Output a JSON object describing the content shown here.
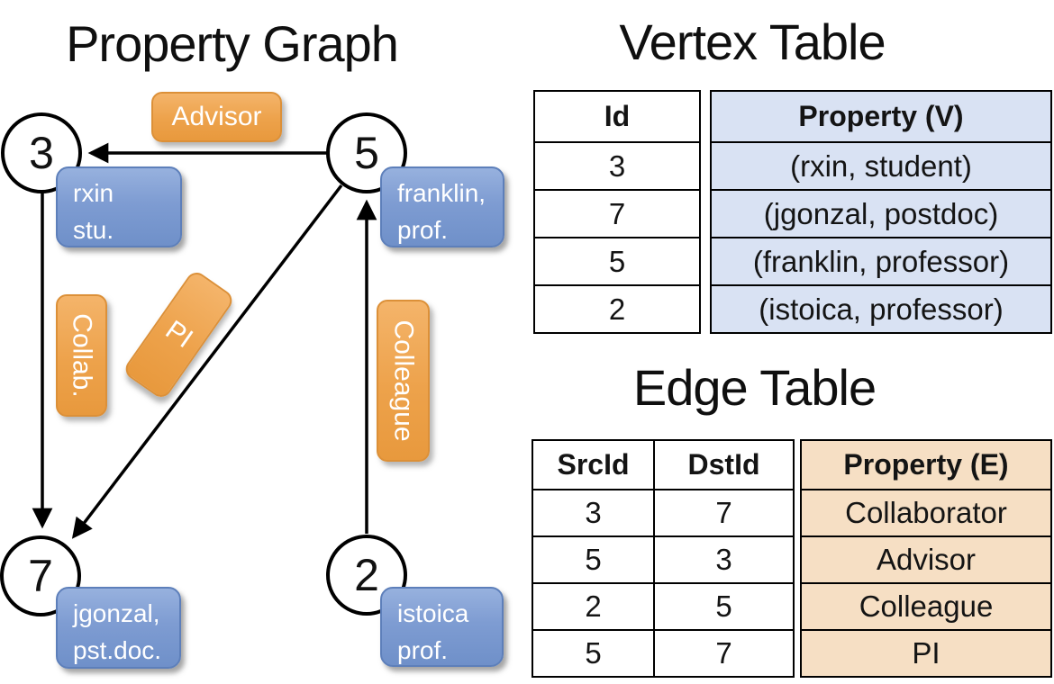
{
  "graph": {
    "title": "Property Graph",
    "nodes": [
      {
        "id": "3"
      },
      {
        "id": "5"
      },
      {
        "id": "7"
      },
      {
        "id": "2"
      }
    ],
    "vertex_cards": [
      {
        "line1": "rxin",
        "line2": "stu."
      },
      {
        "line1": "franklin,",
        "line2": "prof."
      },
      {
        "line1": "jgonzal,",
        "line2": "pst.doc."
      },
      {
        "line1": "istoica",
        "line2": "prof."
      }
    ],
    "edge_labels": [
      {
        "label": "Advisor"
      },
      {
        "label": "Collab."
      },
      {
        "label": "PI"
      },
      {
        "label": "Colleague"
      }
    ]
  },
  "vertex_table": {
    "title": "Vertex Table",
    "headers": [
      "Id",
      "Property (V)"
    ],
    "rows": [
      [
        "3",
        "(rxin, student)"
      ],
      [
        "7",
        "(jgonzal, postdoc)"
      ],
      [
        "5",
        "(franklin, professor)"
      ],
      [
        "2",
        "(istoica, professor)"
      ]
    ]
  },
  "edge_table": {
    "title": "Edge Table",
    "headers": [
      "SrcId",
      "DstId",
      "Property (E)"
    ],
    "rows": [
      [
        "3",
        "7",
        "Collaborator"
      ],
      [
        "5",
        "3",
        "Advisor"
      ],
      [
        "2",
        "5",
        "Colleague"
      ],
      [
        "5",
        "7",
        "PI"
      ]
    ]
  },
  "colors": {
    "edge_label_fill": "#EDA24B",
    "vertex_card_fill": "#7E9CD2",
    "vertex_property_fill": "#D9E2F3",
    "edge_property_fill": "#F6DFC4",
    "line_color": "#000000"
  }
}
